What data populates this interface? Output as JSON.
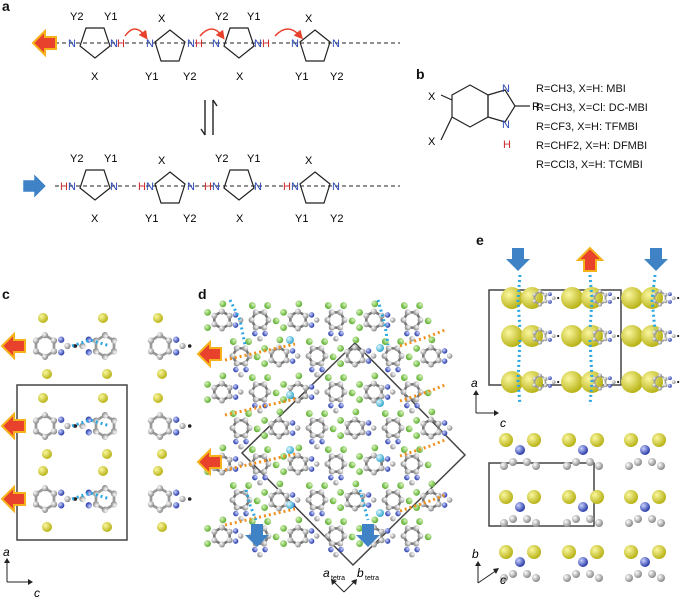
{
  "panel_labels": {
    "a": "a",
    "b": "b",
    "c": "c",
    "d": "d",
    "e": "e"
  },
  "substituents": {
    "x": "X",
    "y1": "Y1",
    "y2": "Y2",
    "r": "R"
  },
  "atoms": {
    "n": "N",
    "h": "H",
    "nh": "NH"
  },
  "axes": {
    "a": "a",
    "b": "b",
    "c": "c",
    "a_tetra": "a",
    "b_tetra": "b",
    "tetra_sub": "tetra"
  },
  "legend": [
    "R=CH3, X=H: MBI",
    "R=CH3, X=Cl: DC-MBI",
    "R=CF3, X=H: TFMBI",
    "R=CHF2, X=H: DFMBI",
    "R=CCl3, X=H: TCMBI"
  ],
  "colors": {
    "red_arrow": "#e8412c",
    "orange_outline": "#f6b21a",
    "blue_arrow": "#3f82c6",
    "atom_n": "#2a48b8",
    "atom_h": "#d12a2a",
    "carbon": "#b7b7b7",
    "chlorine_green": "#7ec84f",
    "fluorine_yellow": "#d8d23a",
    "hbond_blue": "#2aa7e0",
    "hbond_orange": "#f0901e"
  }
}
